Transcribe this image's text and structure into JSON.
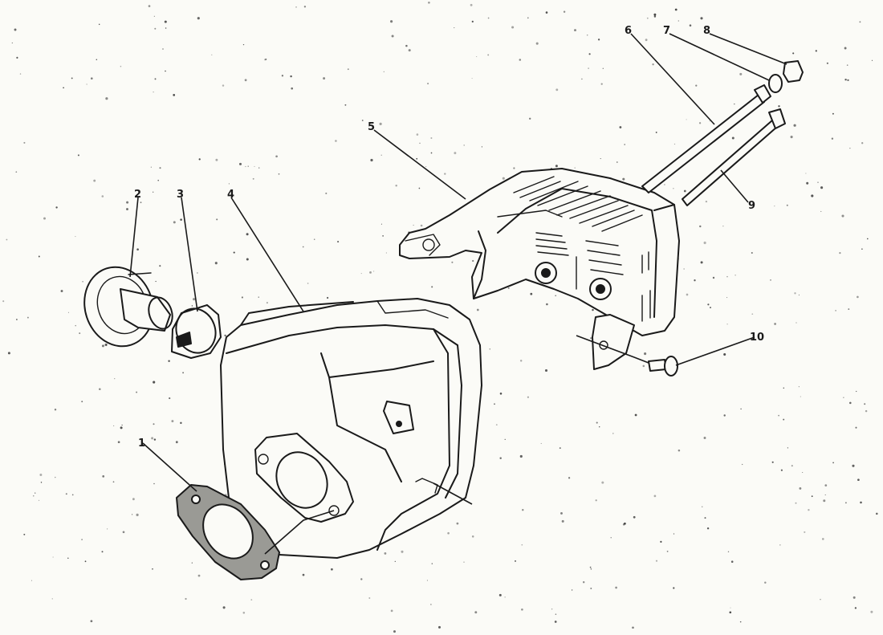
{
  "callouts": {
    "c1": "1",
    "c2": "2",
    "c3": "3",
    "c4": "4",
    "c5": "5",
    "c6": "6",
    "c7": "7",
    "c8": "8",
    "c9": "9",
    "c10": "10"
  },
  "colors": {
    "paper": "#fbfbf7",
    "ink": "#1a1a1a",
    "gasket": "#9a9a95"
  }
}
